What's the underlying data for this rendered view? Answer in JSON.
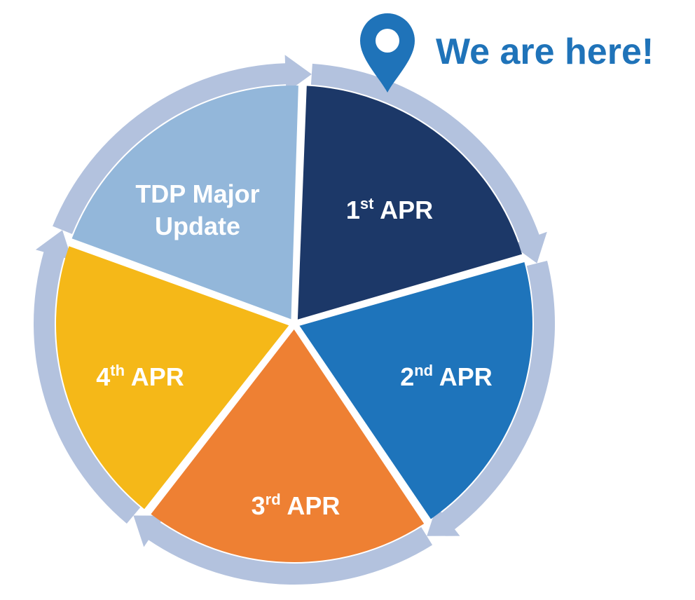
{
  "marker": {
    "text": "We are here!",
    "icon": "location-pin-icon",
    "color": "#1f73b9"
  },
  "cycle_color": "#b3c2de",
  "segments": [
    {
      "id": "major-update",
      "lines": [
        [
          {
            "t": "TDP Major"
          }
        ],
        [
          {
            "t": "Update"
          }
        ]
      ],
      "color": "#1c3868"
    },
    {
      "id": "apr-1",
      "lines": [
        [
          {
            "t": "1"
          },
          {
            "t": "st",
            "sup": true
          },
          {
            "t": " APR"
          }
        ]
      ],
      "color": "#1e74bb"
    },
    {
      "id": "apr-2",
      "lines": [
        [
          {
            "t": "2"
          },
          {
            "t": "nd",
            "sup": true
          },
          {
            "t": " APR"
          }
        ]
      ],
      "color": "#ee8033"
    },
    {
      "id": "apr-3",
      "lines": [
        [
          {
            "t": "3"
          },
          {
            "t": "rd",
            "sup": true
          },
          {
            "t": " APR"
          }
        ]
      ],
      "color": "#f5b818"
    },
    {
      "id": "apr-4",
      "lines": [
        [
          {
            "t": "4"
          },
          {
            "t": "th",
            "sup": true
          },
          {
            "t": " APR"
          }
        ]
      ],
      "color": "#93b7da"
    }
  ]
}
